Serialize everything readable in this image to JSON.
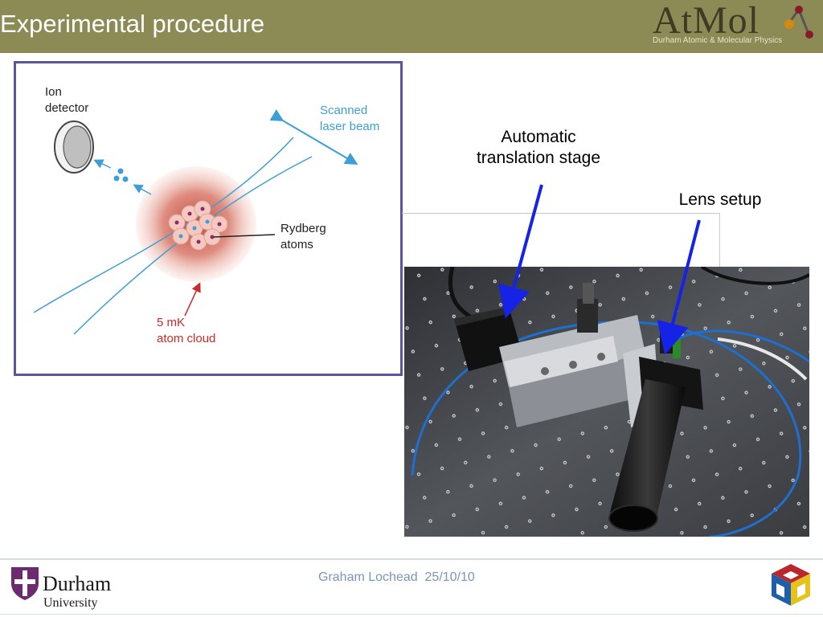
{
  "slide": {
    "title": "Experimental procedure",
    "logo": {
      "word": "AtMol",
      "subtitle": "Durham Atomic & Molecular Physics"
    },
    "diagram": {
      "ion_detector": [
        "Ion",
        "detector"
      ],
      "scanned_beam": [
        "Scanned",
        "laser beam"
      ],
      "rydberg": [
        "Rydberg",
        "atoms"
      ],
      "cloud": [
        "5 mK",
        "atom cloud"
      ]
    },
    "callouts": {
      "stage": [
        "Automatic",
        "translation stage"
      ],
      "lens": "Lens setup"
    },
    "footer": {
      "text": "Graham Lochead  25/10/10",
      "university": {
        "name": "Durham",
        "subtitle": "University"
      }
    },
    "colors": {
      "header": "#8d8b55",
      "diagram_border": "#5b559b",
      "beam": "#3e9fd6",
      "cloud_label": "#cc2a2a",
      "arrow": "#1423e6",
      "footer_text": "#7a96b4"
    }
  }
}
